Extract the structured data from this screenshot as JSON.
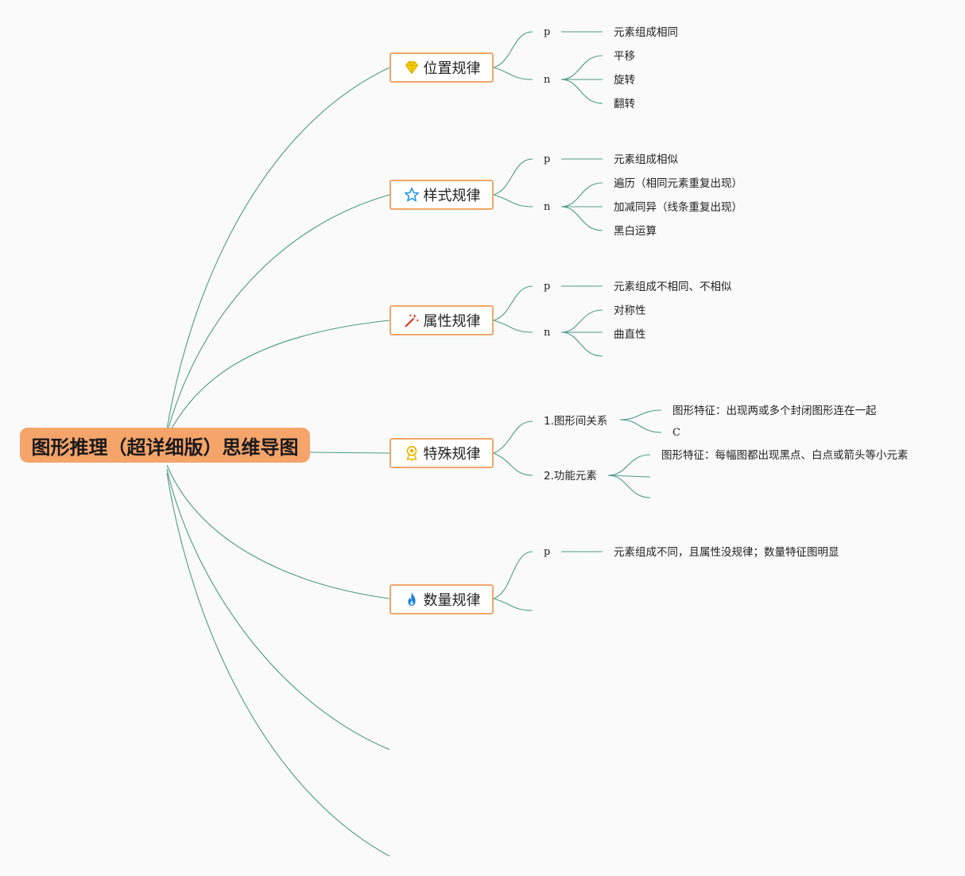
{
  "root": {
    "title": "图形推理（超详细版）思维导图"
  },
  "branches": [
    {
      "label": "位置规律",
      "icon": "diamond-icon",
      "icon_color": "#f5d000"
    },
    {
      "label": "样式规律",
      "icon": "star-icon",
      "icon_color": "#2b9be0"
    },
    {
      "label": "属性规律",
      "icon": "magic-wand-icon",
      "icon_color": "#e03c2b"
    },
    {
      "label": "特殊规律",
      "icon": "award-medal-icon",
      "icon_color": "#f0b400"
    },
    {
      "label": "数量规律",
      "icon": "fire-icon",
      "icon_color": "#1e7fd8"
    }
  ],
  "position": {
    "p": "p",
    "p_item": "元素组成相同",
    "n": "n",
    "n_items": [
      "平移",
      "旋转",
      "翻转"
    ]
  },
  "style": {
    "p": "p",
    "p_item": "元素组成相似",
    "n": "n",
    "n_items": [
      "遍历（相同元素重复出现）",
      "加减同异（线条重复出现）",
      "黑白运算"
    ]
  },
  "attribute": {
    "p": "p",
    "p_item": "元素组成不相同、不相似",
    "n": "n",
    "n_items": [
      "对称性",
      "曲直性"
    ]
  },
  "special": {
    "sub1": "1.图形间关系",
    "sub1_items": [
      "图形特征：出现两或多个封闭图形连在一起",
      "C"
    ],
    "sub2": "2.功能元素",
    "sub2_items": [
      "图形特征：每幅图都出现黑点、白点或箭头等小元素"
    ]
  },
  "quantity": {
    "p": "p",
    "p_item": "元素组成不同，且属性没规律；数量特征图明显"
  },
  "colors": {
    "line": "#4f9a86",
    "root_fill": "#f5a46a",
    "branch_border": "#f2a66a"
  }
}
